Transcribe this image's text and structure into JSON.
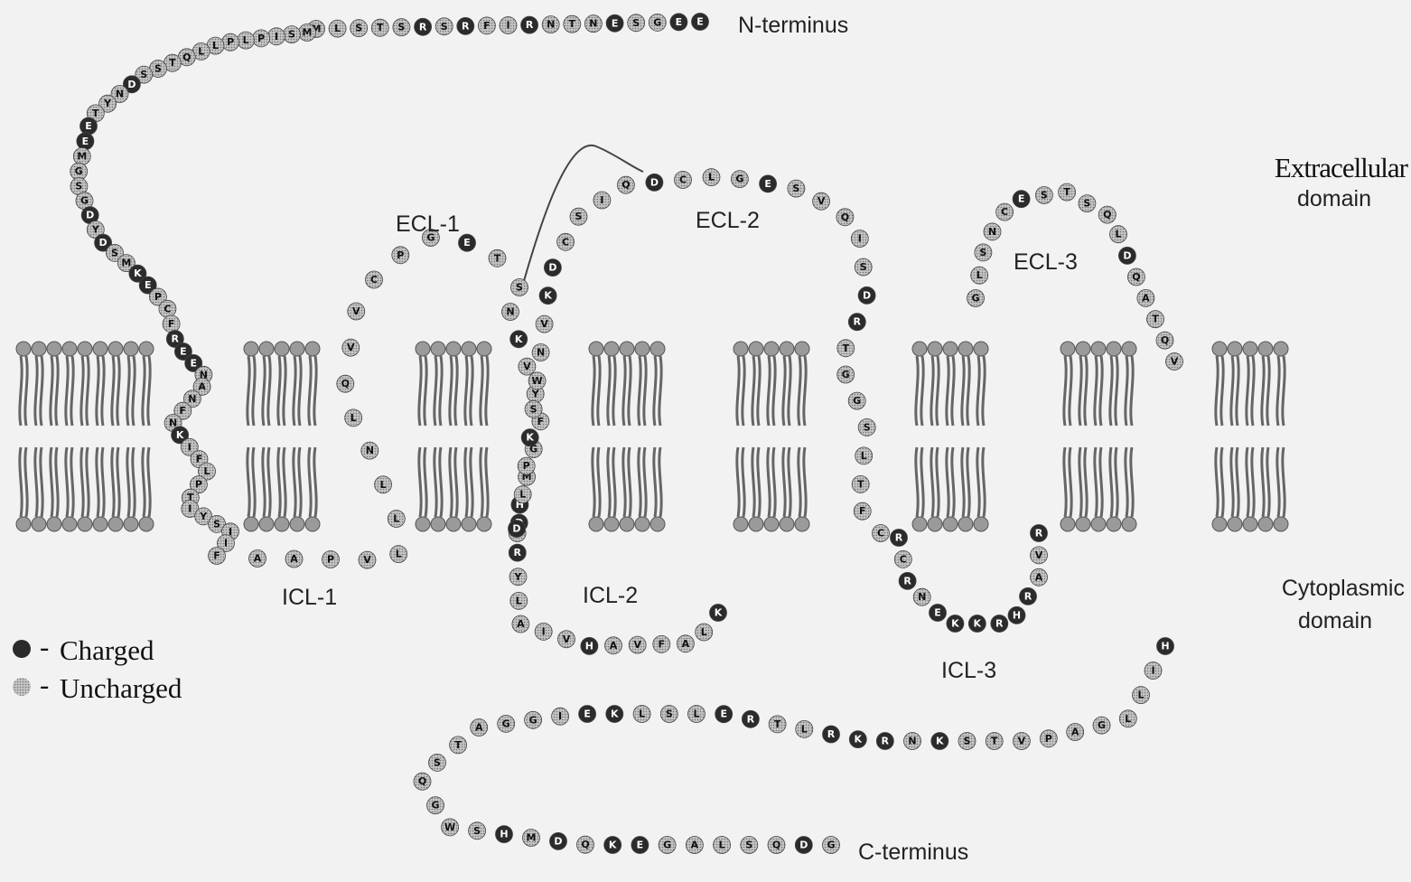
{
  "labels": {
    "n_terminus": "N-terminus",
    "c_terminus": "C-terminus",
    "extracellular": "Extracellular",
    "extracellular_sub": "domain",
    "cytoplasmic": "Cytoplasmic",
    "cytoplasmic_sub": "domain",
    "ecl1": "ECL-1",
    "ecl2": "ECL-2",
    "ecl3": "ECL-3",
    "icl1": "ICL-1",
    "icl2": "ICL-2",
    "icl3": "ICL-3"
  },
  "legend": {
    "charged": "Charged",
    "uncharged": "Uncharged",
    "separator": "-"
  },
  "colors": {
    "charged": "#2b2b2b",
    "uncharged": "#a8a8a8",
    "membrane_head": "#9a9a9a",
    "background": "#f2f2f2"
  },
  "segments": {
    "n_term": "EEGSENTNRIFRSRSTSLM",
    "n_tail": "MSIPLPLLQTSSDNYTEEMGSGDYDSMKEPCFREENANFNKIFLPTIYSIIF",
    "ecl1_path": "AAPVLLLNLQVVCPGETS",
    "ecl2": "NKVYFGMHSDLPKSWNVKDCSIQDCLGESVQISDRTGGSLTFC",
    "ecl3": "GLSNCESTSQLDQATQV",
    "icl2": "DRYLAIVHAVFALK",
    "icl3": "RCRNEKKRHRAVR",
    "c_tail": "HILLGAPVTSKNRKRLTRELSLKEIGGATSQGWSHMDQKEGALSQDG"
  }
}
